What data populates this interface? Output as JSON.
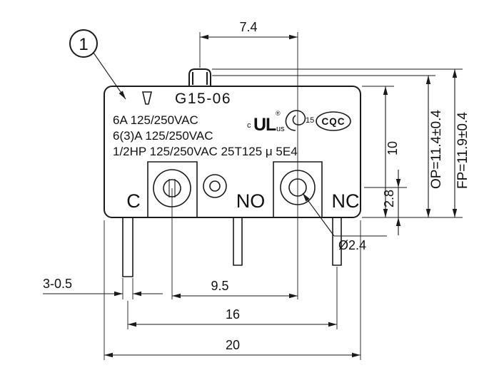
{
  "drawing": {
    "balloon": "1",
    "model": "G15-06",
    "ratings": [
      "6A 125/250VAC",
      "6(3)A 125/250VAC",
      "1/2HP 125/250VAC 25T125 μ 5E4"
    ],
    "terminals": {
      "common": "C",
      "normally_open": "NO",
      "normally_closed": "NC"
    },
    "certs": {
      "ul_prefix": "c",
      "ul": "UL",
      "ul_reg": "®",
      "ul_suffix": "us",
      "mark2_number": "15",
      "cqc": "CQC"
    },
    "dims": {
      "top_offset": "7.4",
      "body_height": "10",
      "terminal_height": "2.8",
      "op": "OP=11.4±0.4",
      "fp": "FP=11.9±0.4",
      "hole_diameter": "Ø2.4",
      "pin_width": "3-0.5",
      "pitch_inner": "9.5",
      "pitch_outer": "16",
      "total_width": "20"
    },
    "colors": {
      "line": "#1a1a1a",
      "background": "#ffffff"
    }
  }
}
